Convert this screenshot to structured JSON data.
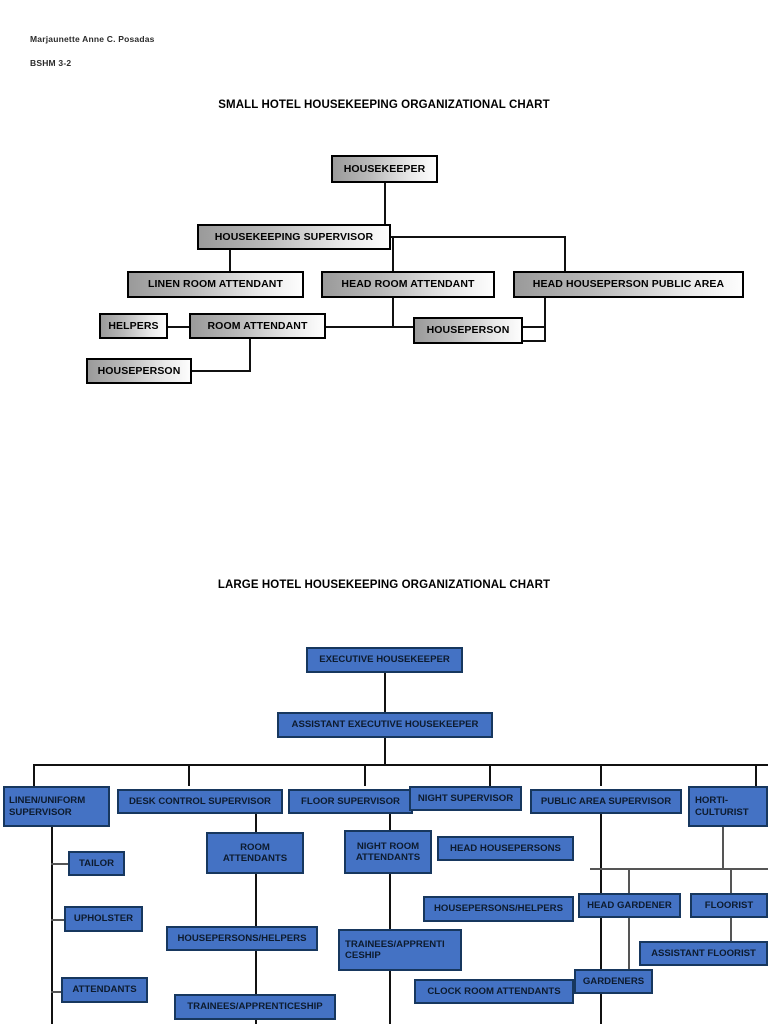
{
  "header": {
    "student_name": "Marjaunette Anne C. Posadas",
    "course_section": "BSHM 3-2"
  },
  "small_chart": {
    "title": "SMALL HOTEL HOUSEKEEPING ORGANIZATIONAL CHART",
    "box_fill": "#b9b9b9",
    "box_border": "#000000",
    "nodes": {
      "housekeeper": "HOUSEKEEPER",
      "housekeeping_supervisor": "HOUSEKEEPING SUPERVISOR",
      "linen_room_attendant": "LINEN ROOM ATTENDANT",
      "head_room_attendant": "HEAD ROOM ATTENDANT",
      "head_houseperson_public_area": "HEAD HOUSEPERSON PUBLIC AREA",
      "helpers": "HELPERS",
      "room_attendant": "ROOM ATTENDANT",
      "houseperson_public": "HOUSEPERSON",
      "houseperson_room": "HOUSEPERSON"
    }
  },
  "large_chart": {
    "title": "LARGE HOTEL HOUSEKEEPING ORGANIZATIONAL CHART",
    "box_fill": "#4472c4",
    "box_border": "#17375e",
    "nodes": {
      "executive_housekeeper": "EXECUTIVE HOUSEKEEPER",
      "assistant_executive_housekeeper": "ASSISTANT EXECUTIVE HOUSEKEEPER",
      "linen_uniform_supervisor": "LINEN/UNIFORM SUPERVISOR",
      "desk_control_supervisor": "DESK CONTROL SUPERVISOR",
      "floor_supervisor": "FLOOR SUPERVISOR",
      "night_supervisor": "NIGHT SUPERVISOR",
      "public_area_supervisor": "PUBLIC AREA SUPERVISOR",
      "horticulturist": "HORTI-CULTURIST",
      "tailor": "TAILOR",
      "upholster": "UPHOLSTER",
      "attendants": "ATTENDANTS",
      "room_attendants": "ROOM ATTENDANTS",
      "housepersons_helpers_floor": "HOUSEPERSONS/HELPERS",
      "trainees_apprenticeship_floor": "TRAINEES/APPRENTICESHIP",
      "night_room_attendants": "NIGHT ROOM ATTENDANTS",
      "trainees_apprenticeship_night": "TRAINEES/APPRENTI CESHIP",
      "head_housepersons": "HEAD HOUSEPERSONS",
      "housepersons_helpers_public": "HOUSEPERSONS/HELPERS",
      "clock_room_attendants": "CLOCK ROOM ATTENDANTS",
      "head_gardener": "HEAD GARDENER",
      "floorist": "FLOORIST",
      "assistant_floorist": "ASSISTANT FLOORIST",
      "gardeners": "GARDENERS"
    }
  }
}
